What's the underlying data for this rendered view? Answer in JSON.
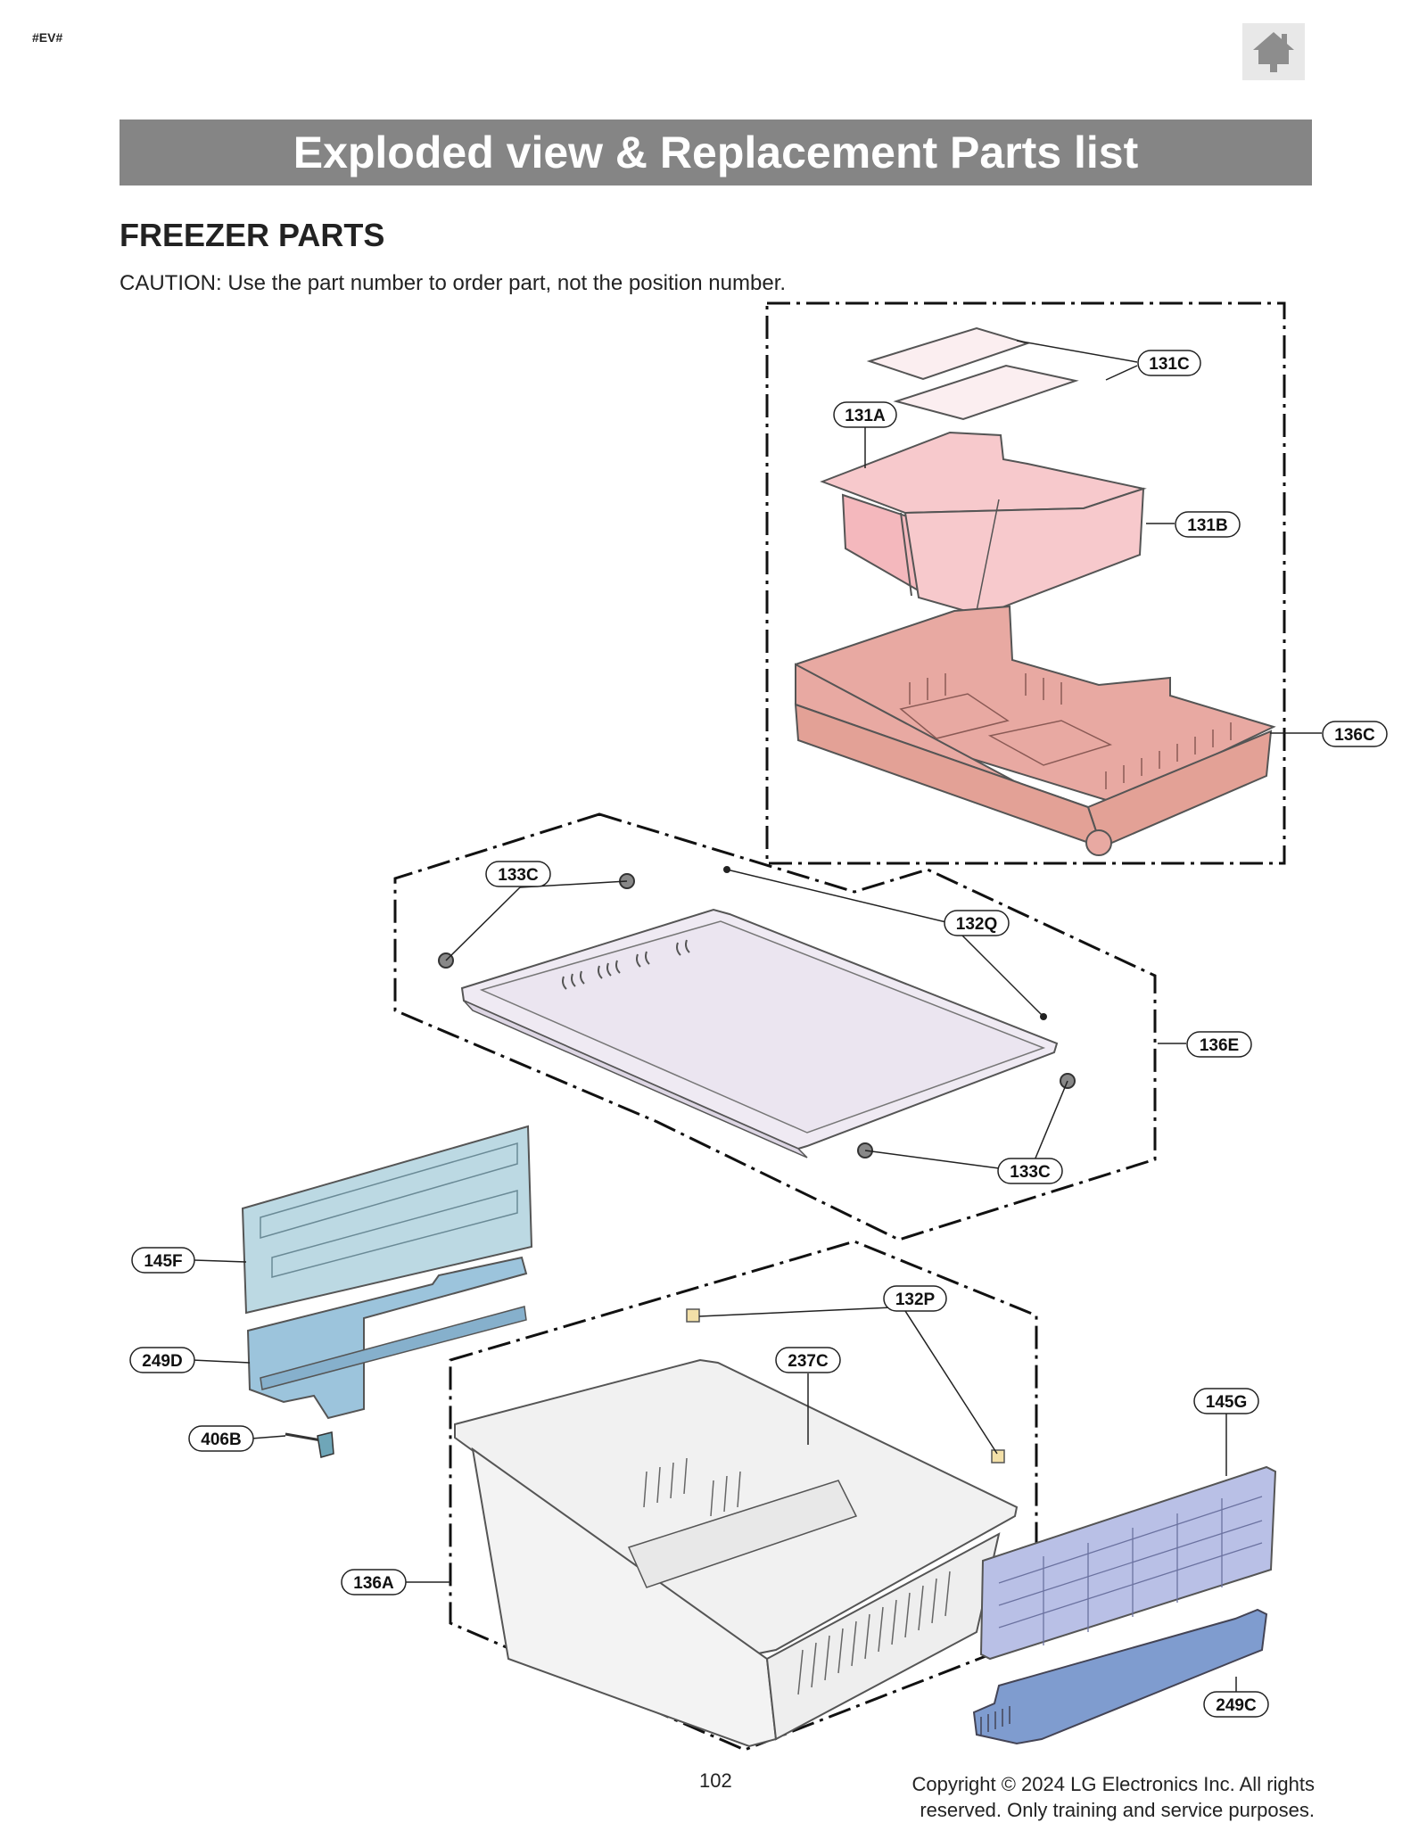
{
  "header": {
    "tag": "#EV#",
    "home_icon": "home-icon",
    "banner_title": "Exploded view & Replacement Parts list"
  },
  "section": {
    "title": "FREEZER PARTS",
    "caution": "CAUTION: Use the part number to order part, not the position number."
  },
  "diagram": {
    "callouts": [
      {
        "id": "131C",
        "label": "131C"
      },
      {
        "id": "131A",
        "label": "131A"
      },
      {
        "id": "131B",
        "label": "131B"
      },
      {
        "id": "136C",
        "label": "136C"
      },
      {
        "id": "133C-top",
        "label": "133C"
      },
      {
        "id": "132Q",
        "label": "132Q"
      },
      {
        "id": "136E",
        "label": "136E"
      },
      {
        "id": "133C-bottom",
        "label": "133C"
      },
      {
        "id": "145F",
        "label": "145F"
      },
      {
        "id": "132P",
        "label": "132P"
      },
      {
        "id": "237C",
        "label": "237C"
      },
      {
        "id": "249D",
        "label": "249D"
      },
      {
        "id": "145G",
        "label": "145G"
      },
      {
        "id": "406B",
        "label": "406B"
      },
      {
        "id": "136A",
        "label": "136A"
      },
      {
        "id": "249C",
        "label": "249C"
      }
    ],
    "colors": {
      "pink_light": "#f7c9cc",
      "pink_dark": "#e8a9a2",
      "clear_tray": "#efeaf3",
      "blue_light": "#bcd9e3",
      "blue_mid": "#9cc4dc",
      "lavender": "#b9c0e6",
      "blue_dark": "#7f9ccf",
      "basket": "#f1f1f1"
    }
  },
  "footer": {
    "page_number": "102",
    "copyright_line1": "Copyright © 2024 LG Electronics Inc. All rights",
    "copyright_line2": "reserved. Only training and service purposes."
  }
}
